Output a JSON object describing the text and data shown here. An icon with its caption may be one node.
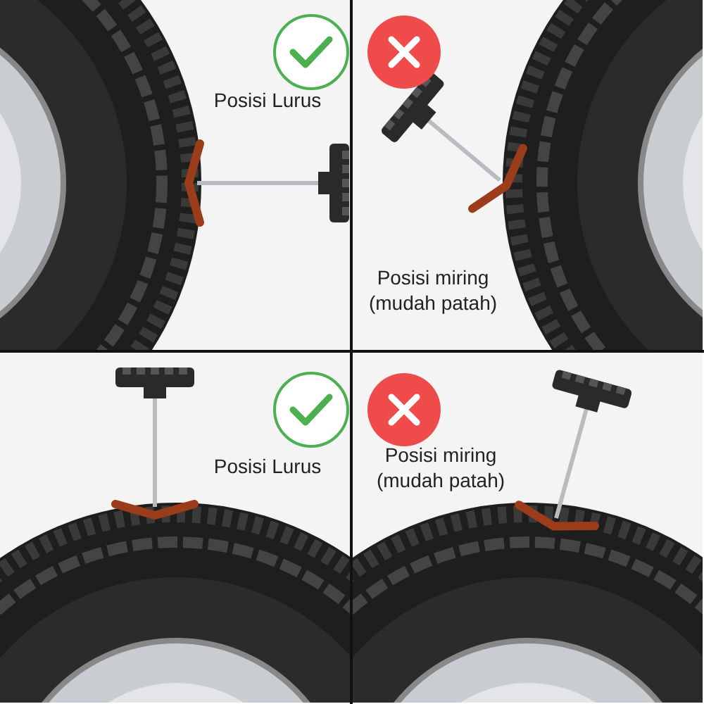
{
  "diagram": {
    "labels": [
      "Posisi Lurus",
      "Posisi miring (mudah patah)",
      "Posisi Lurus",
      "Posisi miring (mudah patah)"
    ]
  }
}
